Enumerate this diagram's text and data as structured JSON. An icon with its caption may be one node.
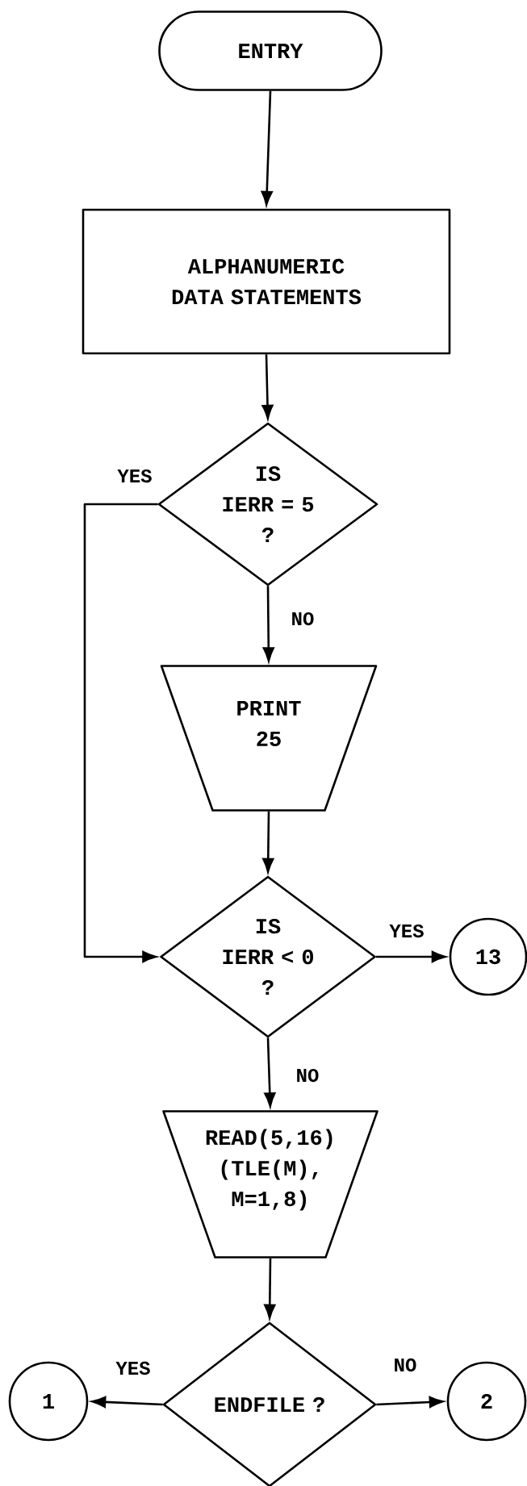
{
  "diagram": {
    "nodes": [
      {
        "text": [
          "ENTRY"
        ]
      },
      {
        "text": [
          "ALPHANUMERIC DATA STATEMENTS"
        ]
      },
      {
        "text": [
          "IS",
          "IERR = 5",
          "?"
        ]
      },
      {
        "text": [
          "PRINT 25"
        ]
      },
      {
        "text": [
          "IS",
          "IERR < 0",
          "?"
        ]
      },
      {
        "text": [
          "13"
        ]
      },
      {
        "text": [
          "READ(5,16) (TLE(M), M=1,8)"
        ]
      },
      {
        "text": [
          "ENDFILE ?"
        ]
      },
      {
        "text": [
          "1"
        ]
      },
      {
        "text": [
          "2"
        ]
      }
    ],
    "edges": [
      {
        "from": 0,
        "to": 1,
        "arrow": "to"
      },
      {
        "from": 1,
        "to": 2,
        "arrow": "to"
      },
      {
        "from": 2,
        "to": 4,
        "arrow": "to",
        "label": "YES"
      },
      {
        "from": 2,
        "to": 3,
        "arrow": "to",
        "label": "NO"
      },
      {
        "from": 3,
        "to": 4,
        "arrow": "to"
      },
      {
        "from": 4,
        "to": 5,
        "arrow": "to",
        "label": "YES"
      },
      {
        "from": 4,
        "to": 6,
        "arrow": "to",
        "label": "NO"
      },
      {
        "from": 6,
        "to": 7,
        "arrow": "to"
      },
      {
        "from": 7,
        "to": 8,
        "arrow": "to",
        "label": "YES"
      },
      {
        "from": 7,
        "to": 9,
        "arrow": "to",
        "label": "NO"
      }
    ]
  }
}
